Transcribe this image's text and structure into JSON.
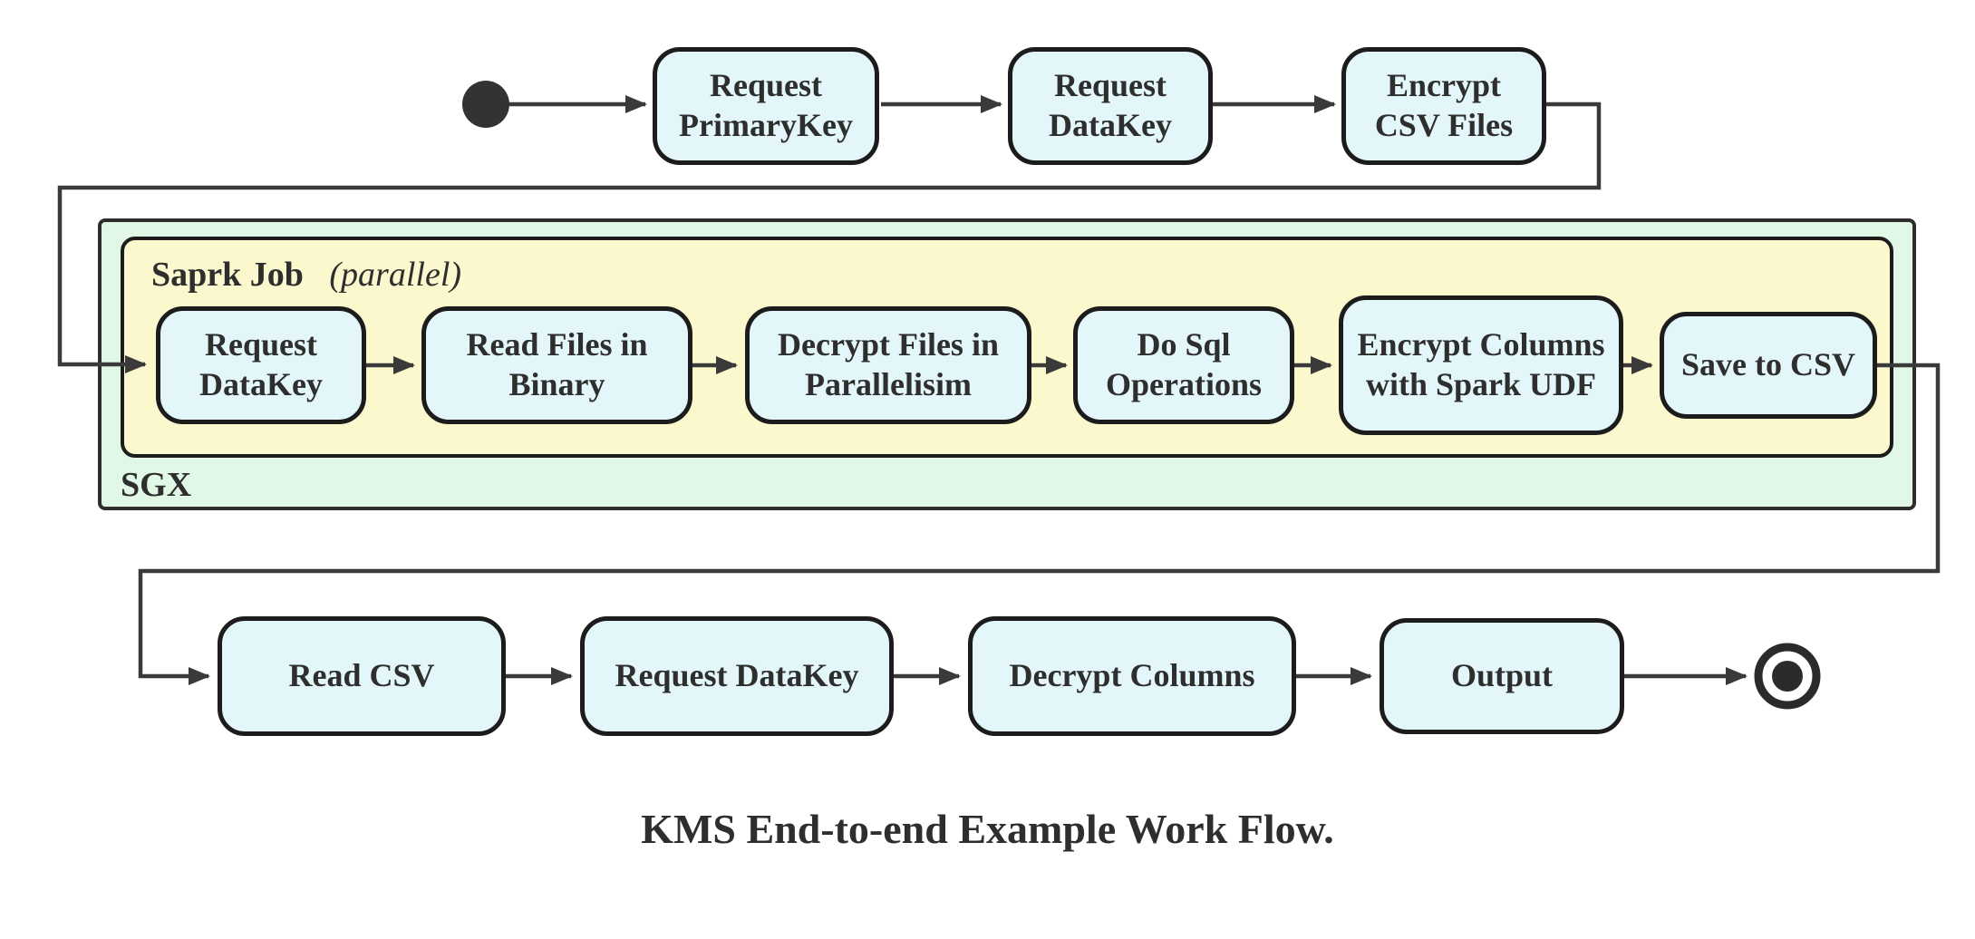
{
  "diagram": {
    "caption": "KMS End-to-end Example Work Flow.",
    "containers": {
      "outer_label": "SGX",
      "inner_label_bold": "Saprk Job",
      "inner_label_italic": "(parallel)"
    },
    "nodes": {
      "top": [
        "Request PrimaryKey",
        "Request DataKey",
        "Encrypt CSV Files"
      ],
      "spark": [
        "Request DataKey",
        "Read Files in Binary",
        "Decrypt Files in Parallelisim",
        "Do Sql Operations",
        "Encrypt Columns with Spark UDF",
        "Save to CSV"
      ],
      "bottom": [
        "Read CSV",
        "Request DataKey",
        "Decrypt Columns",
        "Output"
      ]
    },
    "markers": {
      "start": "initial-state",
      "end": "final-state"
    }
  },
  "colors": {
    "node_fill": "#e3f6fa",
    "inner_container_fill": "#fcf8cd",
    "outer_container_fill": "#e2f8e6",
    "border": "#1c1c1c",
    "container_border": "#2e2e2e",
    "line": "#3a3a3a",
    "text": "#2e2e2e"
  }
}
